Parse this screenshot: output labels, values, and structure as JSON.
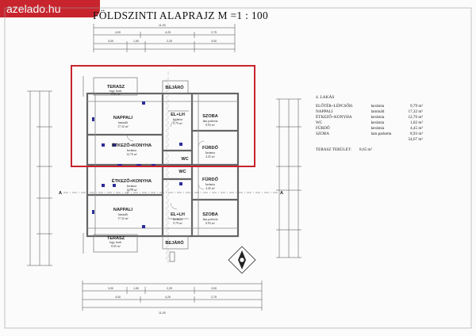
{
  "site": {
    "watermark": "azelado.hu"
  },
  "plan": {
    "title": "FÖLDSZINTI ALAPRAJZ M =1 : 100",
    "colors": {
      "highlight": "#c8242d",
      "walls": "#666666",
      "windows": "#2c2c9a",
      "lines": "#555555"
    },
    "rooms": [
      {
        "id": "terasz-top",
        "name": "TERASZ",
        "floor": "fagy. burk.",
        "area": "8.65 m²"
      },
      {
        "id": "bejaro-top",
        "name": "BEJÁRÓ",
        "floor": "",
        "area": ""
      },
      {
        "id": "nappali-top",
        "name": "NAPPALI",
        "floor": "laminált",
        "area": "17.32 m²"
      },
      {
        "id": "elo-top",
        "name": "EL+LH",
        "floor": "kerámia",
        "area": "9.79 m²"
      },
      {
        "id": "szoba-top",
        "name": "SZOBA",
        "floor": "lam.parketta",
        "area": "8.93 m²"
      },
      {
        "id": "etkezo-top",
        "name": "ÉTKEZŐ+KONYHA",
        "floor": "kerámia",
        "area": "12.76 m²"
      },
      {
        "id": "furdo-top",
        "name": "FÜRDŐ",
        "floor": "kerámia",
        "area": "4.45 m²"
      },
      {
        "id": "wc-top",
        "name": "WC",
        "floor": "",
        "area": ""
      },
      {
        "id": "etkezo-bot",
        "name": "ÉTKEZŐ+KONYHA",
        "floor": "kerámia",
        "area": "12.76 m²"
      },
      {
        "id": "furdo-bot",
        "name": "FÜRDŐ",
        "floor": "kerámia",
        "area": "4.45 m²"
      },
      {
        "id": "wc-bot",
        "name": "WC",
        "floor": "",
        "area": ""
      },
      {
        "id": "nappali-bot",
        "name": "NAPPALI",
        "floor": "laminált",
        "area": "17.32 m²"
      },
      {
        "id": "elo-bot",
        "name": "EL+LH",
        "floor": "kerámia",
        "area": "9.79 m²"
      },
      {
        "id": "szoba-bot",
        "name": "SZOBA",
        "floor": "lam.parketta",
        "area": "8.93 m²"
      },
      {
        "id": "terasz-bot",
        "name": "TERASZ",
        "floor": "fagy. burk.",
        "area": "8.65 m²"
      },
      {
        "id": "bejaro-bot",
        "name": "BEJÁRÓ",
        "floor": "",
        "area": ""
      }
    ],
    "section_marks": [
      "A",
      "A"
    ],
    "dimension_labels": {
      "top_total": "11,00",
      "top_row1": [
        "4,00",
        "4,25",
        "2,75"
      ],
      "top_row2": [
        "3,00",
        "1,50",
        "2,25",
        "3,00"
      ],
      "bottom_total": "11,00",
      "bottom_row1": [
        "3,00",
        "1,50",
        "2,25",
        "3,00"
      ],
      "bottom_row2": [
        "4,00",
        "4,25",
        "2,75"
      ]
    }
  },
  "legend": {
    "header": "4. LAKÁS",
    "rows": [
      {
        "name": "ELŐTÉR+LÉPCSŐH.",
        "floor": "kerámia",
        "area": "9,79 m²"
      },
      {
        "name": "NAPPALI",
        "floor": "laminált",
        "area": "17,32 m²"
      },
      {
        "name": "ÉTKEZŐ+KONYHA",
        "floor": "kerámia",
        "area": "12,76 m²"
      },
      {
        "name": "WC",
        "floor": "kerámia",
        "area": "1,02 m²"
      },
      {
        "name": "FÜRDŐ",
        "floor": "kerámia",
        "area": "4,45 m²"
      },
      {
        "name": "SZOBA",
        "floor": "lam.parketta",
        "area": "8,93 m²"
      }
    ],
    "total": "54,67 m²",
    "terrace_label": "TERASZ TERÜLET:",
    "terrace_area": "8,65 m²"
  }
}
